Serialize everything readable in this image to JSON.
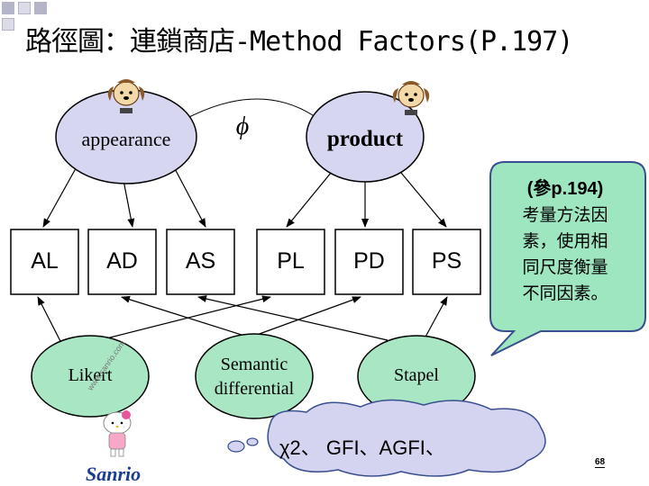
{
  "slide": {
    "title": "路徑圖：連鎖商店-Method Factors(P.197)",
    "page_number": "68"
  },
  "factors": {
    "appearance": "appearance",
    "product": "product",
    "correlation_symbol": "ϕ"
  },
  "indicators": [
    "AL",
    "AD",
    "AS",
    "PL",
    "PD",
    "PS"
  ],
  "methods": {
    "likert": "Likert",
    "semantic_line1": "Semantic",
    "semantic_line2": "differential",
    "stapel": "Stapel"
  },
  "callout": {
    "line1": "(參p.194)",
    "line2": "考量方法因",
    "line3": "素，使用相",
    "line4": "同尺度衡量",
    "line5": "不同因素。"
  },
  "cloud": {
    "text": "χ2、 GFI、AGFI、"
  },
  "branding": {
    "logo_text": "Sanrio",
    "watermark": "www.sanrio.com"
  },
  "colors": {
    "node_fill": "#d6d6f0",
    "method_fill": "#a8e6c4",
    "callout_fill": "#9ee6c0",
    "cloud_fill": "#d4d4f0",
    "square_dark": "#b5b5c9",
    "square_light": "#dcdce8"
  },
  "icons": [
    "dog-mascot-icon",
    "dog-mascot-icon",
    "hello-kitty-icon"
  ]
}
